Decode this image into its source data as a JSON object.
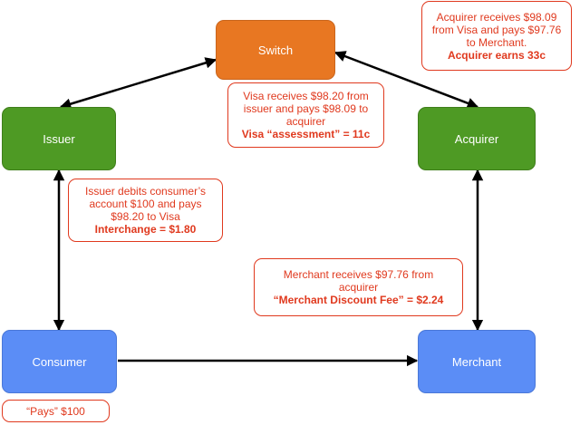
{
  "nodes": {
    "switch": "Switch",
    "issuer": "Issuer",
    "acquirer": "Acquirer",
    "consumer": "Consumer",
    "merchant": "Merchant"
  },
  "notes": {
    "acquirer_note": {
      "lines": [
        "Acquirer receives $98.09",
        "from Visa and pays $97.76",
        "to Merchant."
      ],
      "highlight": "Acquirer earns 33c"
    },
    "visa_note": {
      "lines": [
        "Visa receives $98.20 from",
        "issuer and pays $98.09 to",
        "acquirer"
      ],
      "highlight": "Visa “assessment” = 11c"
    },
    "issuer_note": {
      "lines": [
        "Issuer debits consumer’s",
        "account $100 and pays",
        "$98.20 to Visa"
      ],
      "highlight": "Interchange = $1.80"
    },
    "merchant_note": {
      "lines": [
        "Merchant receives $97.76 from",
        "acquirer"
      ],
      "highlight": "“Merchant Discount Fee” = $2.24"
    },
    "consumer_note": {
      "lines": [
        "“Pays” $100"
      ]
    }
  },
  "colors": {
    "switch": "#e87722",
    "issuer_acquirer": "#4e9a24",
    "consumer_merchant": "#5b8df6",
    "note_text_border": "#e0391e",
    "arrow": "#000000"
  }
}
